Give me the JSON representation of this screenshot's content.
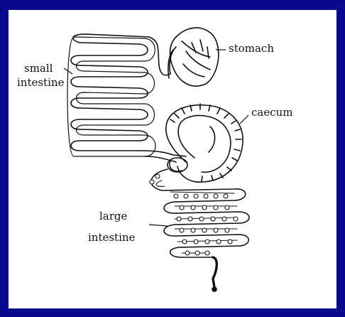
{
  "diagram": {
    "labels": {
      "stomach": "stomach",
      "small_intestine_line1": "small",
      "small_intestine_line2": "intestine",
      "caecum": "caecum",
      "large_intestine_line1": "large",
      "large_intestine_line2": "intestine"
    }
  },
  "colors": {
    "background": "#0a0a8c",
    "panel": "#ffffff",
    "ink": "#111111"
  }
}
